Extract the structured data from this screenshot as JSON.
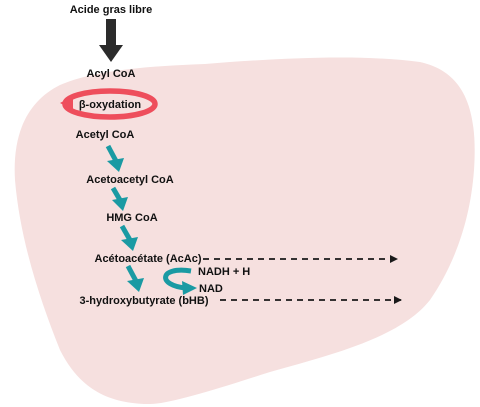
{
  "labels": {
    "acide_gras_libre": "Acide gras libre",
    "acyl_coa": "Acyl CoA",
    "beta_oxydation": "β-oxydation",
    "acetyl_coa": "Acetyl CoA",
    "acetoacetyl_coa": "Acetoacetyl CoA",
    "hmg_coa": "HMG CoA",
    "acetoacetate": "Acétoacétate (AcAc)",
    "nadh_h": "NADH + H",
    "nad": "NAD",
    "bhb": "3-hydroxybutyrate (bHB)"
  },
  "colors": {
    "liver_fill": "#f6e0df",
    "pathway_arrow": "#1a9aa3",
    "cycle_ring": "#ee4e5c",
    "entry_arrow": "#2b2b2b",
    "export_arrow": "#1a1a1a"
  }
}
